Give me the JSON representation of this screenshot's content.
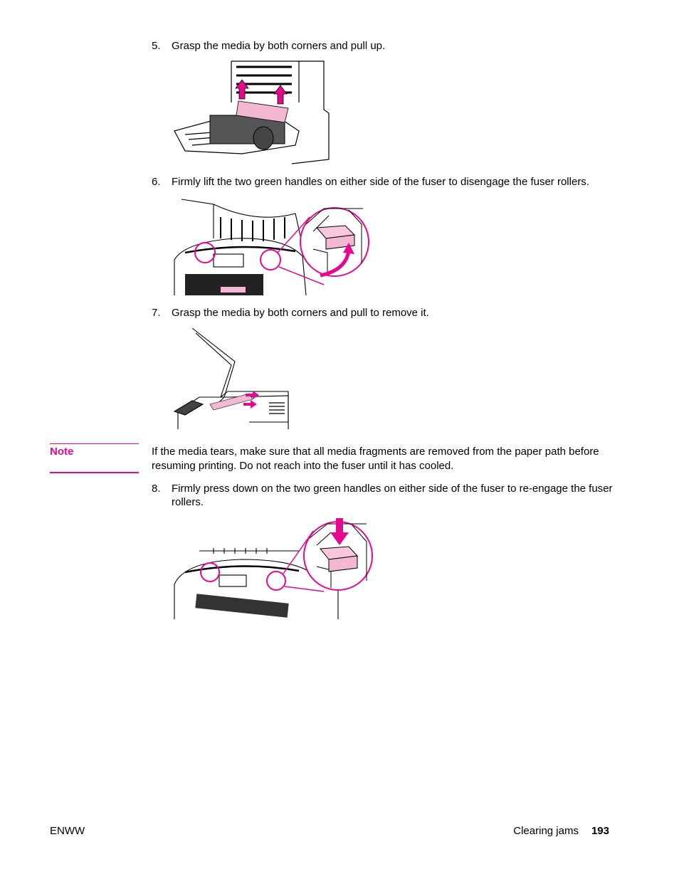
{
  "colors": {
    "accent": "#e5098f",
    "highlight": "#f4b8d3"
  },
  "steps": [
    {
      "number": "5.",
      "text": "Grasp the media by both corners and pull up."
    },
    {
      "number": "6.",
      "text": "Firmly lift the two green handles on either side of the fuser to disengage the fuser rollers."
    },
    {
      "number": "7.",
      "text": "Grasp the media by both corners and pull to remove it."
    },
    {
      "number": "8.",
      "text": "Firmly press down on the two green handles on either side of the fuser to re-engage the fuser rollers."
    }
  ],
  "note": {
    "label": "Note",
    "text": "If the media tears, make sure that all media fragments are removed from the paper path before resuming printing. Do not reach into the fuser until it has cooled."
  },
  "footer": {
    "left": "ENWW",
    "section": "Clearing jams",
    "page": "193"
  }
}
